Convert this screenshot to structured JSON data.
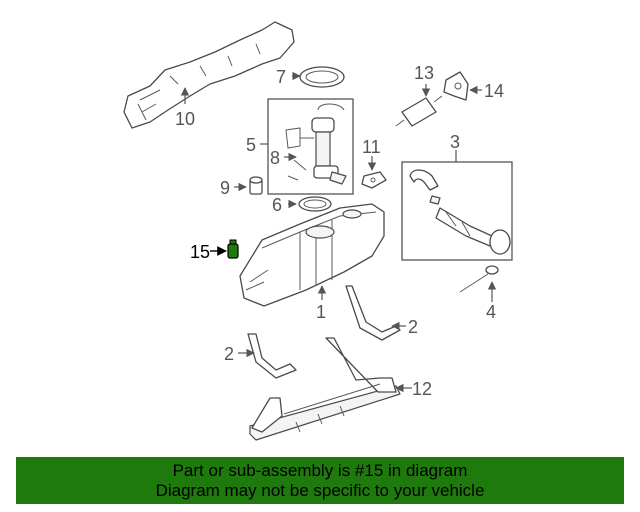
{
  "diagram": {
    "callouts": {
      "c1": "1",
      "c2a": "2",
      "c2b": "2",
      "c3": "3",
      "c4": "4",
      "c5": "5",
      "c6": "6",
      "c7": "7",
      "c8": "8",
      "c9": "9",
      "c10": "10",
      "c11": "11",
      "c12": "12",
      "c13": "13",
      "c14": "14",
      "c15": "15"
    },
    "highlighted_part": "15",
    "highlight_color": "#1f7a0e"
  },
  "footer": {
    "line1": "Part or sub-assembly is #15 in diagram",
    "line2": "Diagram may not be specific to your vehicle",
    "background": "#1f7a0e"
  }
}
